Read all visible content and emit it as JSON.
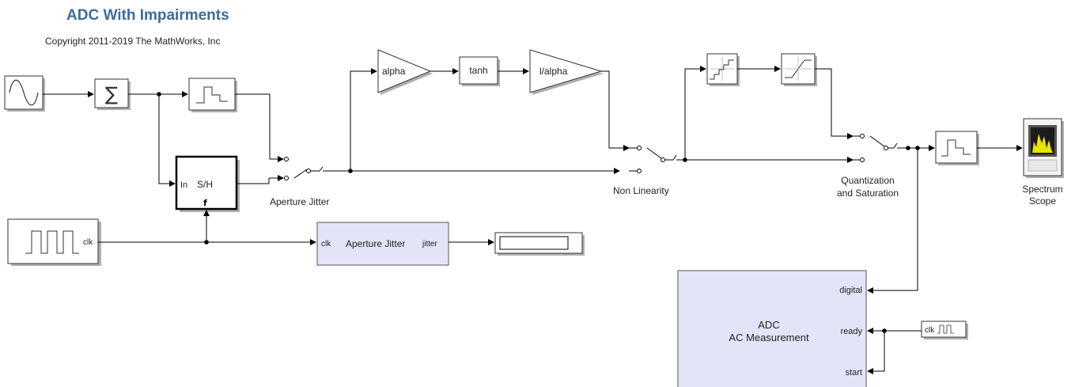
{
  "header": {
    "title": "ADC With Impairments",
    "copyright": "Copyright 2011-2019 The MathWorks, Inc"
  },
  "blocks": {
    "alpha_gain": "alpha",
    "tanh": "tanh",
    "inv_alpha_gain": "l/alpha",
    "sh_in_port": "In",
    "sh_name": "S/H",
    "clk_port_label": "clk",
    "aj_clk_port": "clk",
    "aj_name": "Aperture Jitter",
    "aj_out_port": "jitter",
    "acm_title_1": "ADC",
    "acm_title_2": "AC Measurement",
    "acm_port_digital": "digital",
    "acm_port_ready": "ready",
    "acm_port_start": "start",
    "clk2_label": "clk"
  },
  "labels": {
    "aperture_jitter": "Aperture Jitter",
    "non_linearity": "Non Linearity",
    "quant_1": "Quantization",
    "quant_2": "and Saturation",
    "spectrum_1": "Spectrum",
    "spectrum_2": "Scope"
  },
  "colors": {
    "title": "#3d6b9c",
    "subsystem_fill": "#e4e4f9",
    "scope_yellow": "#e6e600"
  }
}
